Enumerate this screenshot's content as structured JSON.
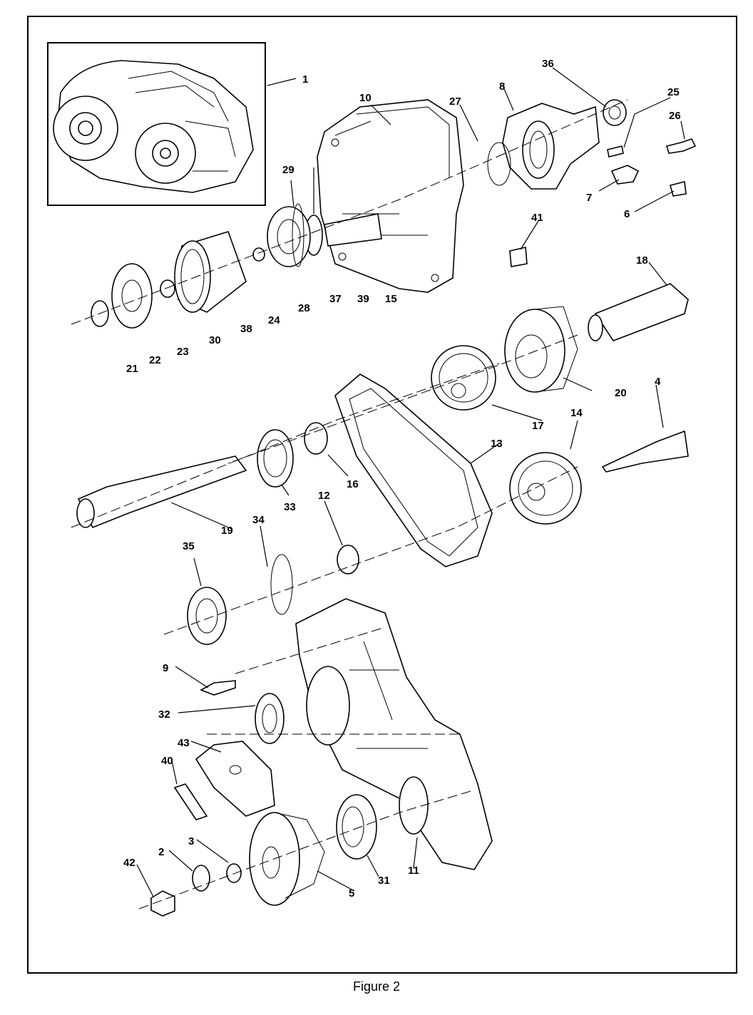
{
  "figure": {
    "caption": "Figure 2",
    "part_labels": [
      "1",
      "2",
      "3",
      "4",
      "5",
      "6",
      "7",
      "8",
      "9",
      "10",
      "11",
      "12",
      "13",
      "14",
      "15",
      "16",
      "17",
      "18",
      "19",
      "20",
      "21",
      "22",
      "23",
      "24",
      "25",
      "26",
      "27",
      "28",
      "29",
      "30",
      "31",
      "32",
      "33",
      "34",
      "35",
      "36",
      "37",
      "38",
      "39",
      "40",
      "41",
      "42",
      "43"
    ]
  }
}
